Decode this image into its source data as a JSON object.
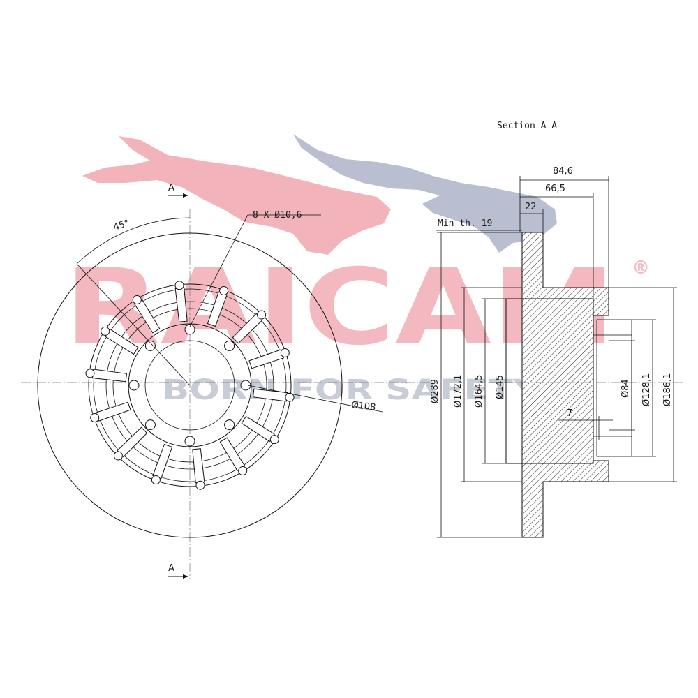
{
  "watermark": {
    "brand": "RAICAM",
    "registered": "®",
    "slogan": "BORN FOR SAFETY",
    "brand_color": "#f4b9c0",
    "cat_front_color": "#f2b3bb",
    "cat_rear_color": "#b9bfd0",
    "slogan_color": "#c7ccd6"
  },
  "front_view": {
    "section_mark_top": "A",
    "section_mark_bottom": "A",
    "angle_label": "45°",
    "holes_label": "8 X Ø10,6",
    "pcd_label": "Ø108"
  },
  "section_view": {
    "title": "Section A–A",
    "dim_overall_height": "84,6",
    "dim_hat_height": "66,5",
    "dim_disc_thickness": "22",
    "min_thickness": "Min th. 19",
    "dia_outer": "Ø289",
    "dia_172": "Ø172,1",
    "dia_164": "Ø164,5",
    "dia_145": "Ø145",
    "dia_84": "Ø84",
    "dia_128": "Ø128,1",
    "dia_186": "Ø186,1",
    "dim_7": "7"
  }
}
